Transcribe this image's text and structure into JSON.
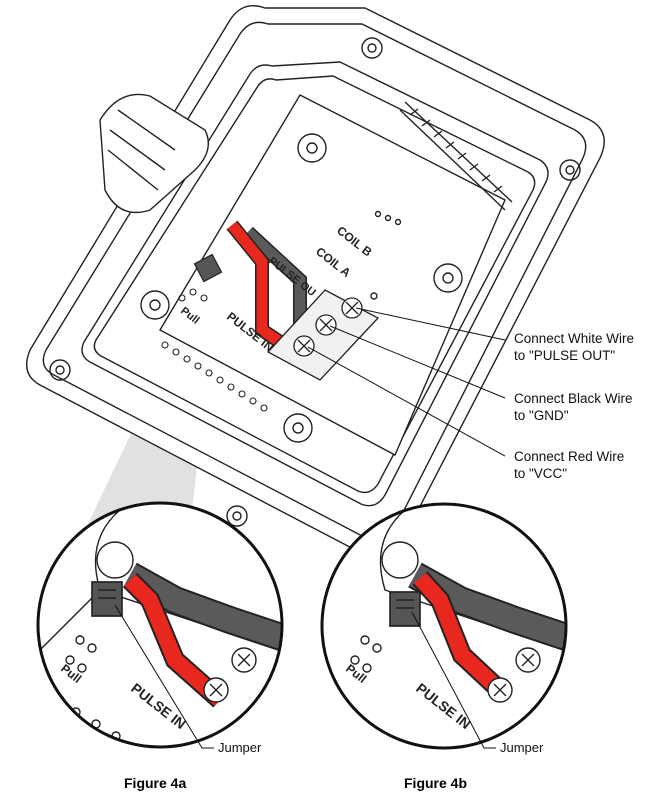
{
  "board_labels": {
    "coil_b": "COIL B",
    "coil_a": "COIL A",
    "pulse_in": "PULSE IN",
    "pulse_out_partial": "PULSE OU",
    "pull_partial": "Pull"
  },
  "callouts": [
    {
      "line1": "Connect White Wire",
      "line2": "to \"PULSE OUT\""
    },
    {
      "line1": "Connect Black Wire",
      "line2": "to \"GND\""
    },
    {
      "line1": "Connect Red Wire",
      "line2": "to \"VCC\""
    }
  ],
  "figures": [
    {
      "caption": "Figure 4a",
      "jumper_label": "Jumper"
    },
    {
      "caption": "Figure 4b",
      "jumper_label": "Jumper"
    }
  ],
  "colors": {
    "red_wire": "#e8281e",
    "black_wire": "#5a5a5a",
    "outline": "#222222",
    "zoom_beam": "#d9d9d9"
  }
}
